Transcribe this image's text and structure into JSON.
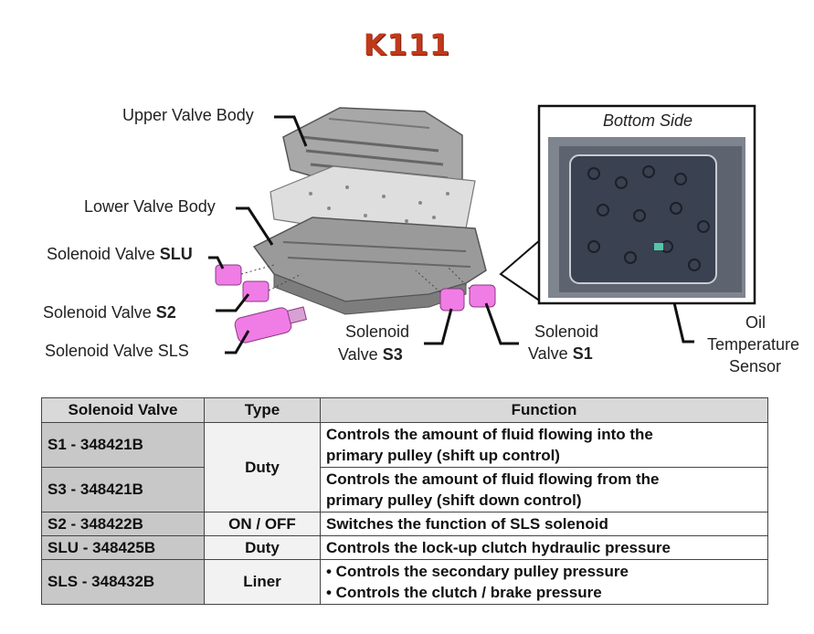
{
  "title": "K111",
  "labels": {
    "upper_valve_body": "Upper Valve Body",
    "lower_valve_body": "Lower Valve Body",
    "sv_slu_prefix": "Solenoid Valve",
    "sv_slu_code": "SLU",
    "sv_s2_prefix": "Solenoid Valve",
    "sv_s2_code": "S2",
    "sv_sls": "Solenoid Valve SLS",
    "sv_s3_line1": "Solenoid",
    "sv_s3_line2": "Valve",
    "sv_s3_code": "S3",
    "sv_s1_line1": "Solenoid",
    "sv_s1_line2": "Valve",
    "sv_s1_code": "S1",
    "bottom_side": "Bottom Side",
    "oil_temp_line1": "Oil",
    "oil_temp_line2": "Temperature",
    "oil_temp_line3": "Sensor"
  },
  "colors": {
    "title": "#c0391a",
    "solenoid": "#f07ce6",
    "valve_body": "#9a9a9a"
  },
  "table": {
    "headers": [
      "Solenoid Valve",
      "Type",
      "Function"
    ],
    "rows": [
      {
        "valve": "S1 - 348421B",
        "type": "Duty",
        "function": [
          "Controls the amount of fluid flowing into the",
          "primary pulley (shift up control)"
        ]
      },
      {
        "valve": "S3 - 348421B",
        "type": "Duty",
        "function": [
          "Controls the amount of fluid flowing from the",
          "primary pulley (shift down control)"
        ]
      },
      {
        "valve": "S2 - 348422B",
        "type": "ON / OFF",
        "function": [
          "Switches the function of SLS solenoid"
        ]
      },
      {
        "valve": "SLU - 348425B",
        "type": "Duty",
        "function": [
          "Controls the lock-up clutch hydraulic pressure"
        ]
      },
      {
        "valve": "SLS - 348432B",
        "type": "Liner",
        "function": [
          "• Controls the secondary pulley pressure",
          "• Controls the clutch / brake pressure"
        ]
      }
    ]
  }
}
